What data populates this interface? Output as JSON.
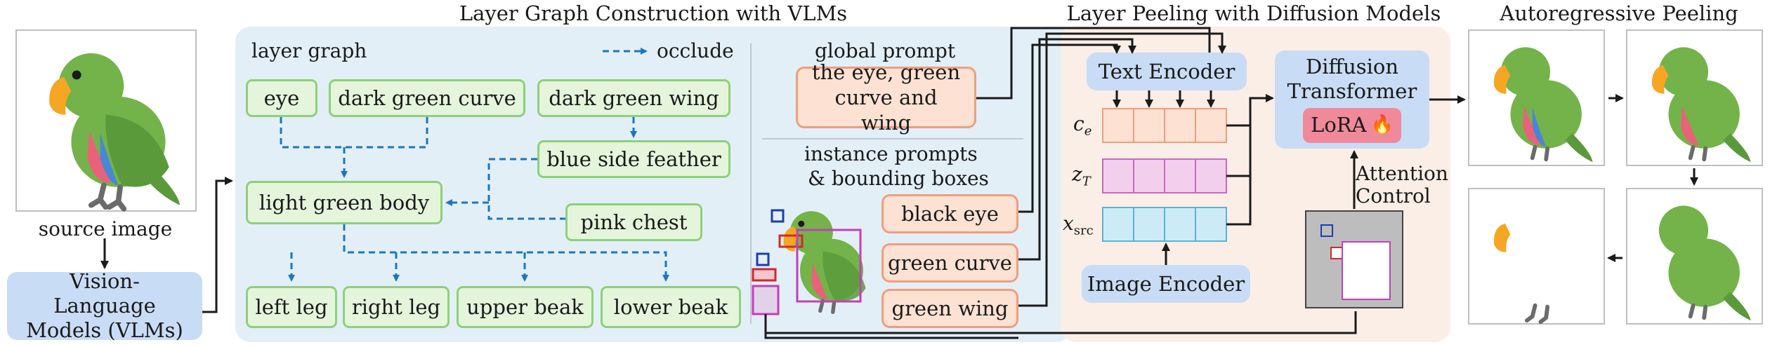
{
  "sections": {
    "layer_graph_construction": "Layer Graph Construction with VLMs",
    "layer_peeling": "Layer Peeling with Diffusion Models",
    "autoregressive": "Autoregressive Peeling"
  },
  "source_image_label": "source image",
  "vlm_label": "Vision-Language Models (VLMs)",
  "layer_graph": {
    "title": "layer graph",
    "legend_occlude": "occlude",
    "nodes": {
      "eye": "eye",
      "dark_green_curve": "dark green curve",
      "dark_green_wing": "dark green wing",
      "blue_side_feather": "blue side feather",
      "light_green_body": "light green body",
      "pink_chest": "pink chest",
      "left_leg": "left leg",
      "right_leg": "right leg",
      "upper_beak": "upper beak",
      "lower_beak": "lower beak"
    }
  },
  "global_prompt": {
    "title": "global prompt",
    "text": "the eye, green curve and wing"
  },
  "instance_prompts": {
    "title_line1": "instance prompts",
    "title_line2": "& bounding boxes",
    "items": [
      "black eye",
      "green curve",
      "green wing"
    ]
  },
  "encoders": {
    "text": "Text Encoder",
    "image": "Image Encoder"
  },
  "tokens": {
    "c_e": "c",
    "c_e_sub": "e",
    "z_T": "z",
    "z_T_sub": "T",
    "x_src": "x",
    "x_src_sub": "src"
  },
  "dit": {
    "title": "Diffusion Transformer",
    "lora": "LoRA",
    "lora_icon": "flame-icon"
  },
  "attention_control": "Attention Control",
  "colors": {
    "graph_panel": "#e3eff7",
    "peel_panel": "#fbeee6",
    "green_node_fill": "#e4f5dc",
    "green_node_border": "#8ed07a",
    "prompt_fill": "#fde2d3",
    "prompt_border": "#ef9e7c",
    "blue_box": "#c9dcf5",
    "arrow_blue": "#1b76c2",
    "lora_fill": "#f08a9a",
    "parrot_green": "#73b34a",
    "parrot_dark_green": "#5a9a3a",
    "beak": "#f5a623",
    "chest": "#e9627a",
    "feather": "#4a86d6"
  }
}
